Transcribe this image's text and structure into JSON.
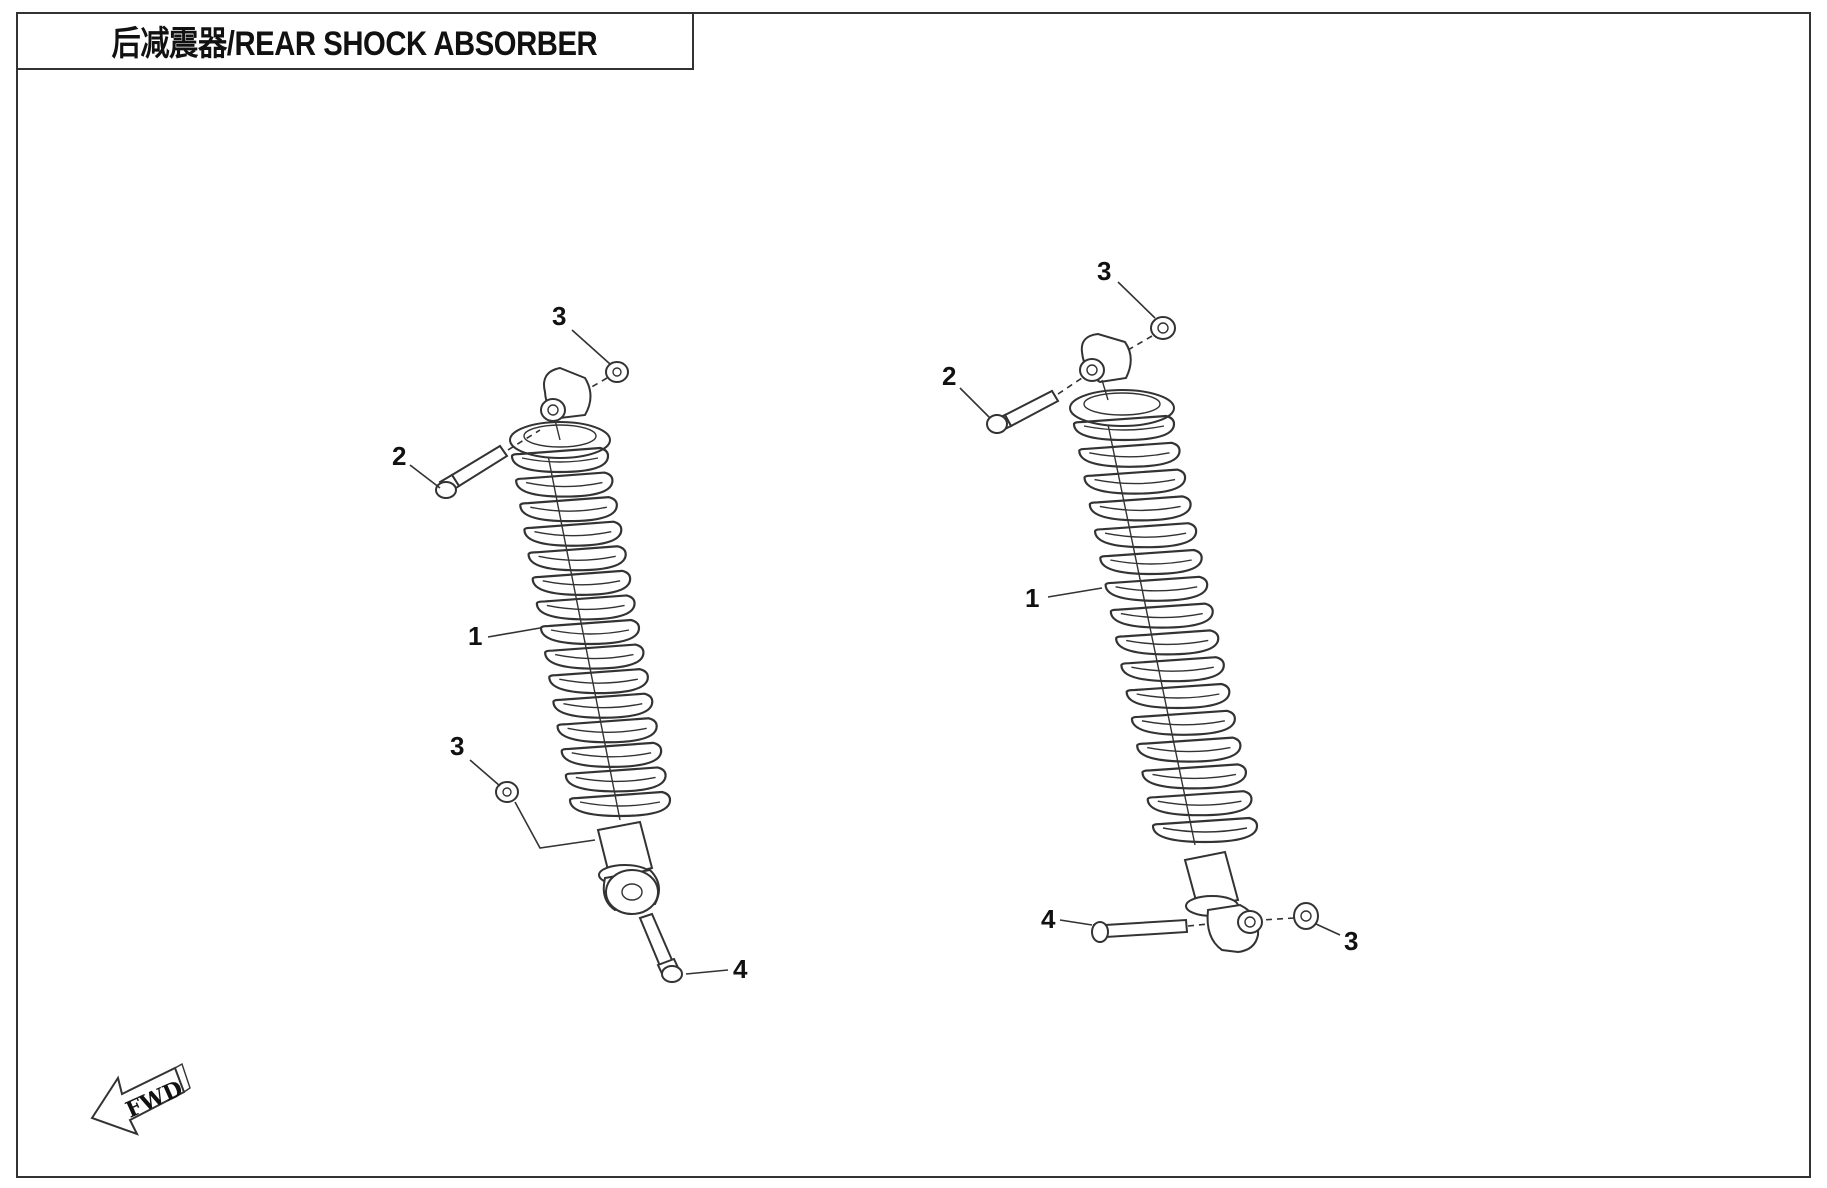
{
  "title": "后减震器/REAR SHOCK ABSORBER",
  "fwd_label": "FWD",
  "callouts": {
    "left_unit": {
      "spring_shock": "1",
      "upper_bolt": "2",
      "upper_nut": "3",
      "lower_nut": "3",
      "lower_bolt": "4"
    },
    "right_unit": {
      "spring_shock": "1",
      "upper_bolt": "2",
      "upper_nut": "3",
      "lower_nut": "3",
      "lower_bolt": "4"
    }
  },
  "colors": {
    "line": "#333333",
    "background": "#ffffff"
  }
}
